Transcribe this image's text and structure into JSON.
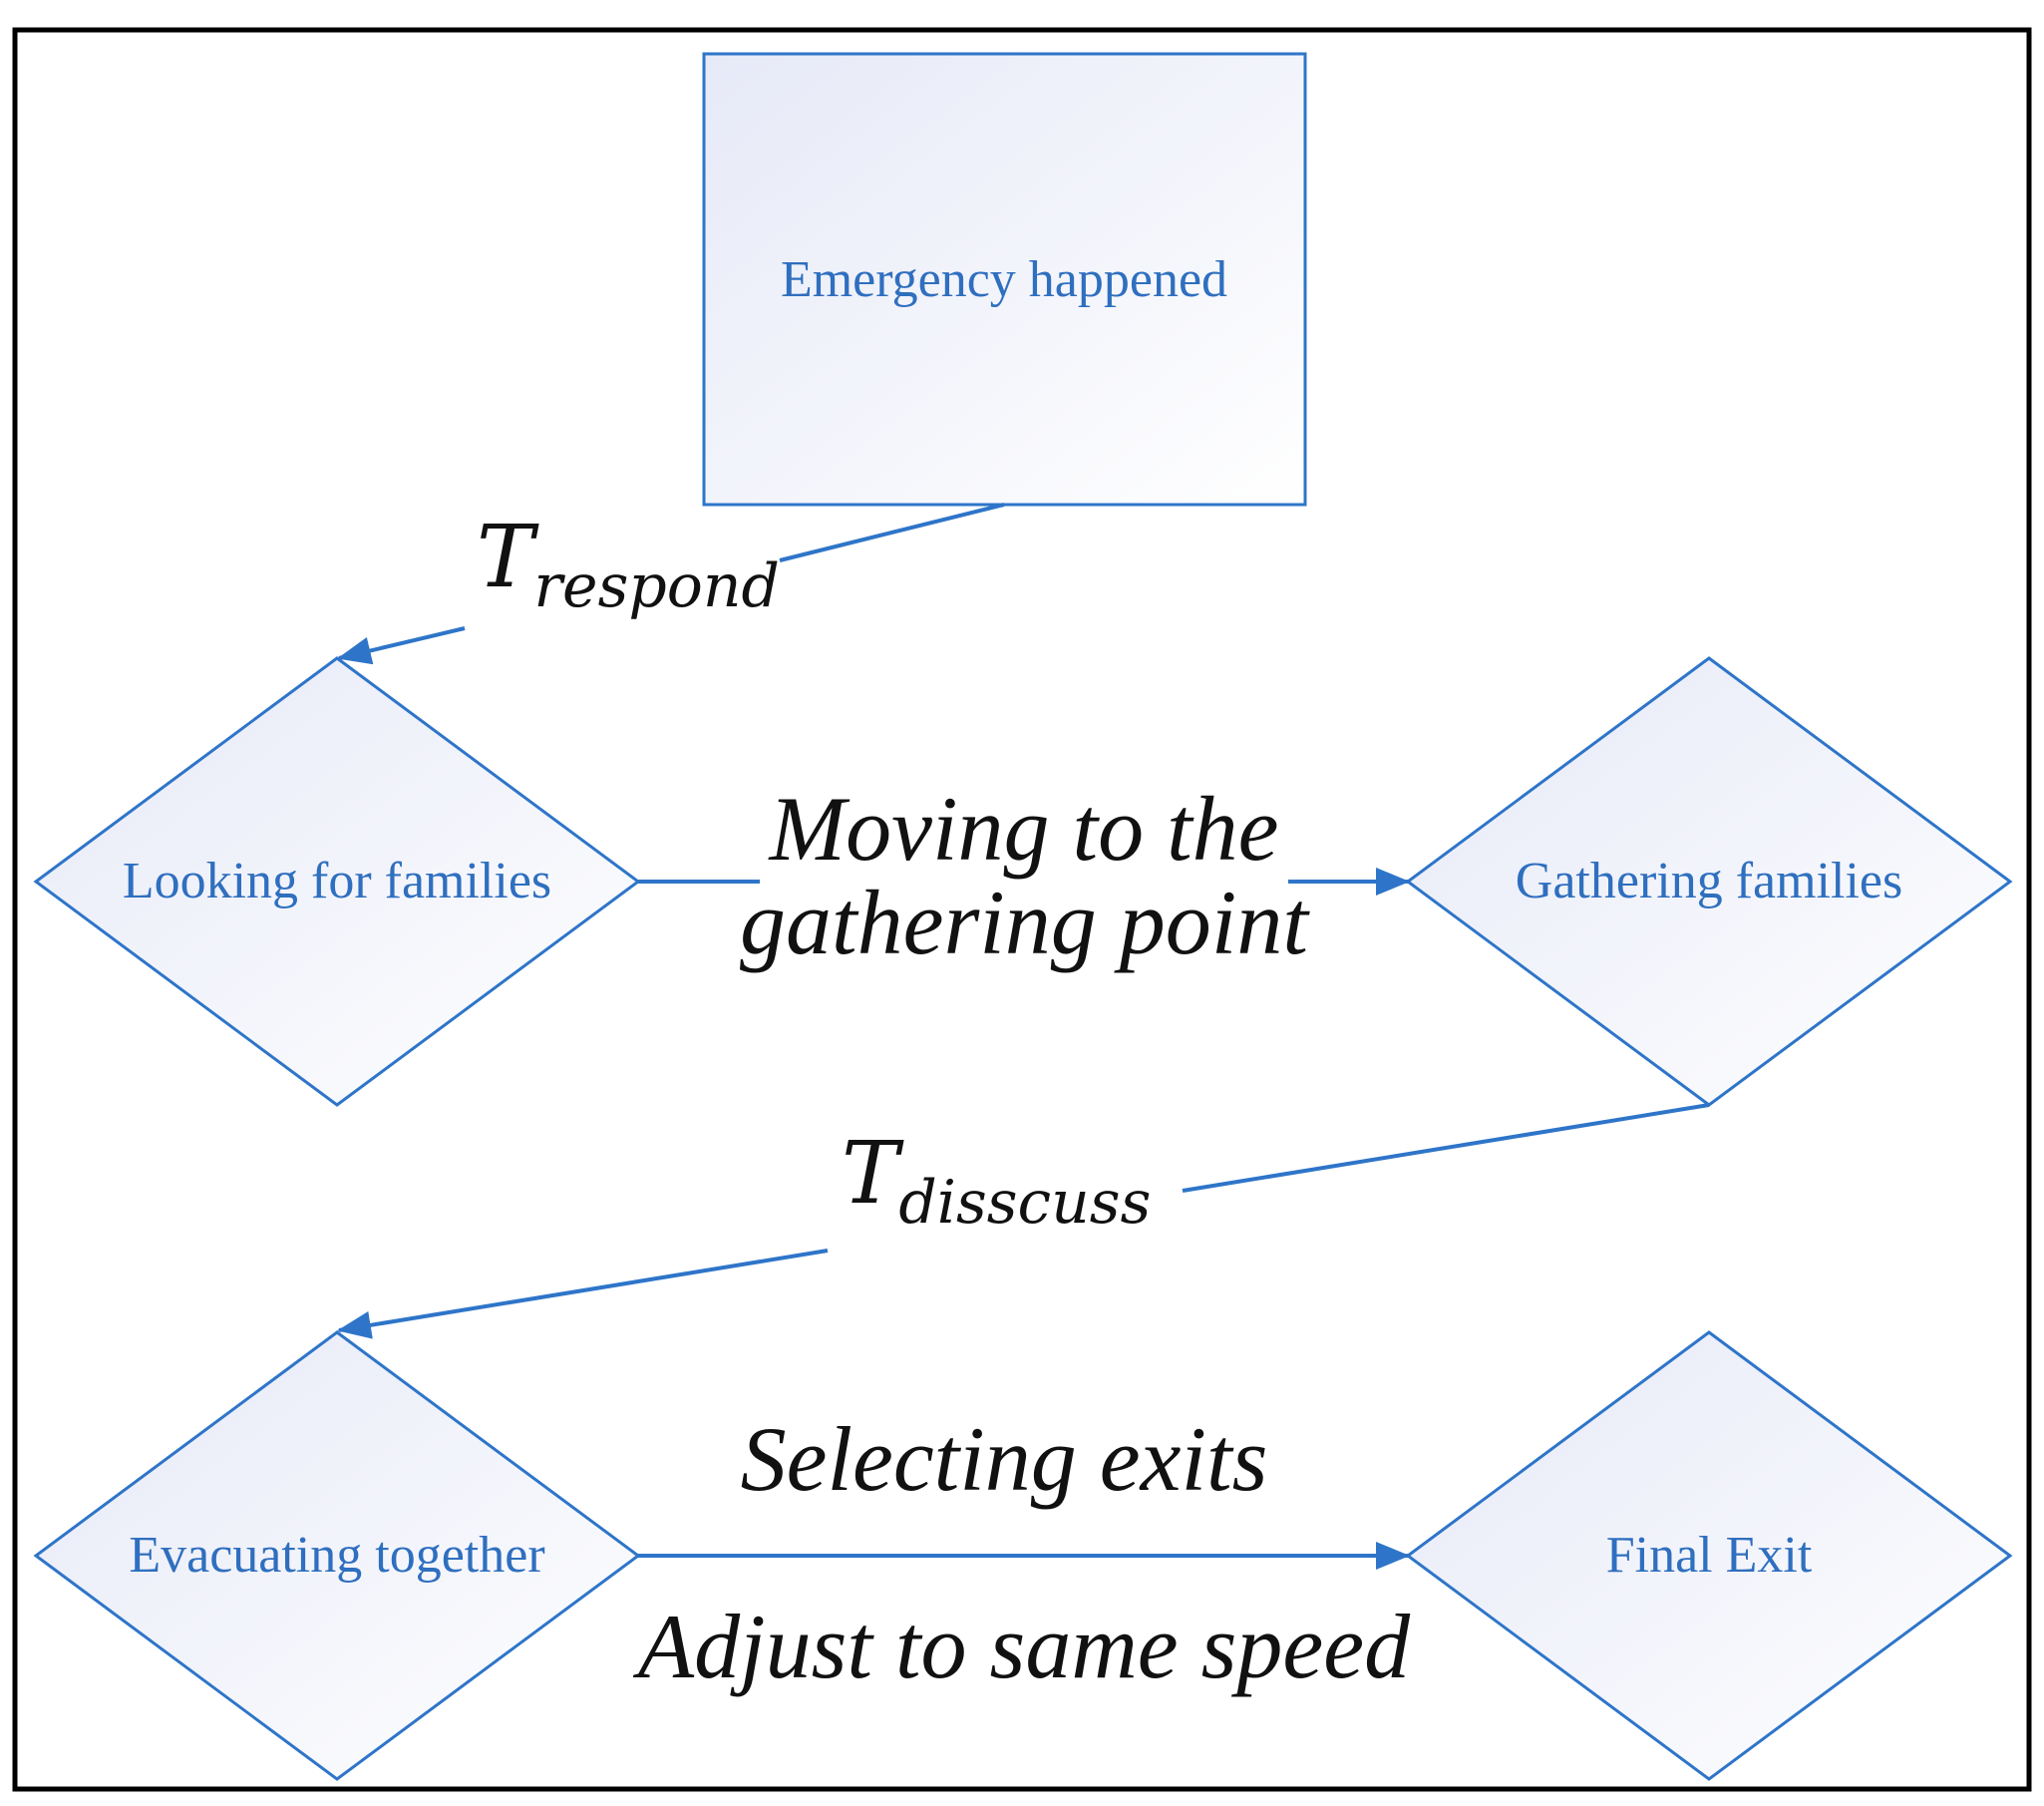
{
  "nodes": {
    "emergency": "Emergency happened",
    "looking": "Looking for families",
    "gathering": "Gathering families",
    "evacuating": "Evacuating together",
    "final_exit": "Final Exit"
  },
  "edges": {
    "respond": {
      "main": "T",
      "sub": "respond"
    },
    "moving": {
      "line1": "Moving to the",
      "line2": "gathering point"
    },
    "discuss": {
      "main": "T",
      "sub": "disscuss"
    },
    "selecting": "Selecting exits",
    "adjust": "Adjust to same speed"
  },
  "colors": {
    "node_stroke": "#2e75c9",
    "node_text": "#2f6fbf",
    "edge_text": "#111111",
    "frame": "#000000"
  }
}
